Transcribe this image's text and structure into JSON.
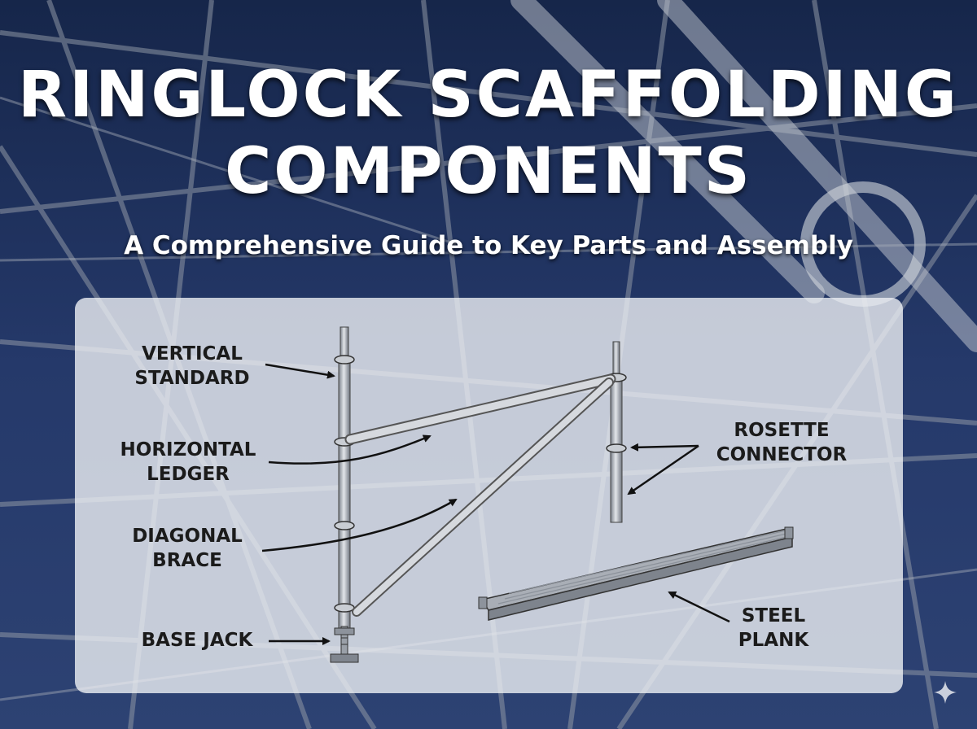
{
  "header": {
    "title_line1": "RINGLOCK SCAFFOLDING",
    "title_line2": "COMPONENTS",
    "subtitle": "A Comprehensive Guide to Key Parts and Assembly"
  },
  "labels": {
    "vertical_standard": [
      "VERTICAL",
      "STANDARD"
    ],
    "horizontal_ledger": [
      "HORIZONTAL",
      "LEDGER"
    ],
    "diagonal_brace": [
      "DIAGONAL",
      "BRACE"
    ],
    "base_jack": [
      "BASE JACK"
    ],
    "rosette_connector": [
      "ROSETTE",
      "CONNECTOR"
    ],
    "steel_plank": [
      "STEEL",
      "PLANK"
    ]
  },
  "icons": [
    "sparkle-icon"
  ],
  "colors": {
    "sky": "#1d2f57",
    "panel": "#eef0f4",
    "steel": "#b9bec6",
    "label_text": "#1b1b1b",
    "title_text": "#ffffff"
  }
}
